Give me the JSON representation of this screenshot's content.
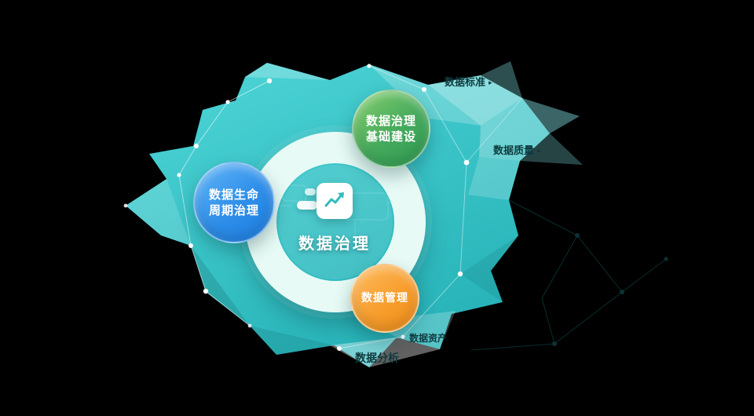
{
  "center": {
    "title": "数据治理",
    "icon": "line-chart-icon"
  },
  "bubbles": [
    {
      "name": "data-governance-infrastructure",
      "lines": [
        "数据治理",
        "基础建设"
      ],
      "color_from": "#86cf6d",
      "color_to": "#2f9b52"
    },
    {
      "name": "data-lifecycle-governance",
      "lines": [
        "数据生命",
        "周期治理"
      ],
      "color_from": "#62b7f7",
      "color_to": "#1d7ee1"
    },
    {
      "name": "data-management",
      "lines": [
        "数据管理"
      ],
      "color_from": "#ffbd62",
      "color_to": "#f08d18"
    }
  ],
  "satellites": [
    {
      "text": "数据标准",
      "arrow": "▸"
    },
    {
      "text": "数据质量",
      "arrow": "▸"
    },
    {
      "text": "数据资产"
    },
    {
      "text": "数据分析"
    }
  ],
  "palette": {
    "background": "#000000",
    "blob_teal_top": "#4fd6d8",
    "blob_teal_bottom": "#27b3b8",
    "ring": "#e7faf5",
    "label_dark": "#0e3a3d"
  }
}
